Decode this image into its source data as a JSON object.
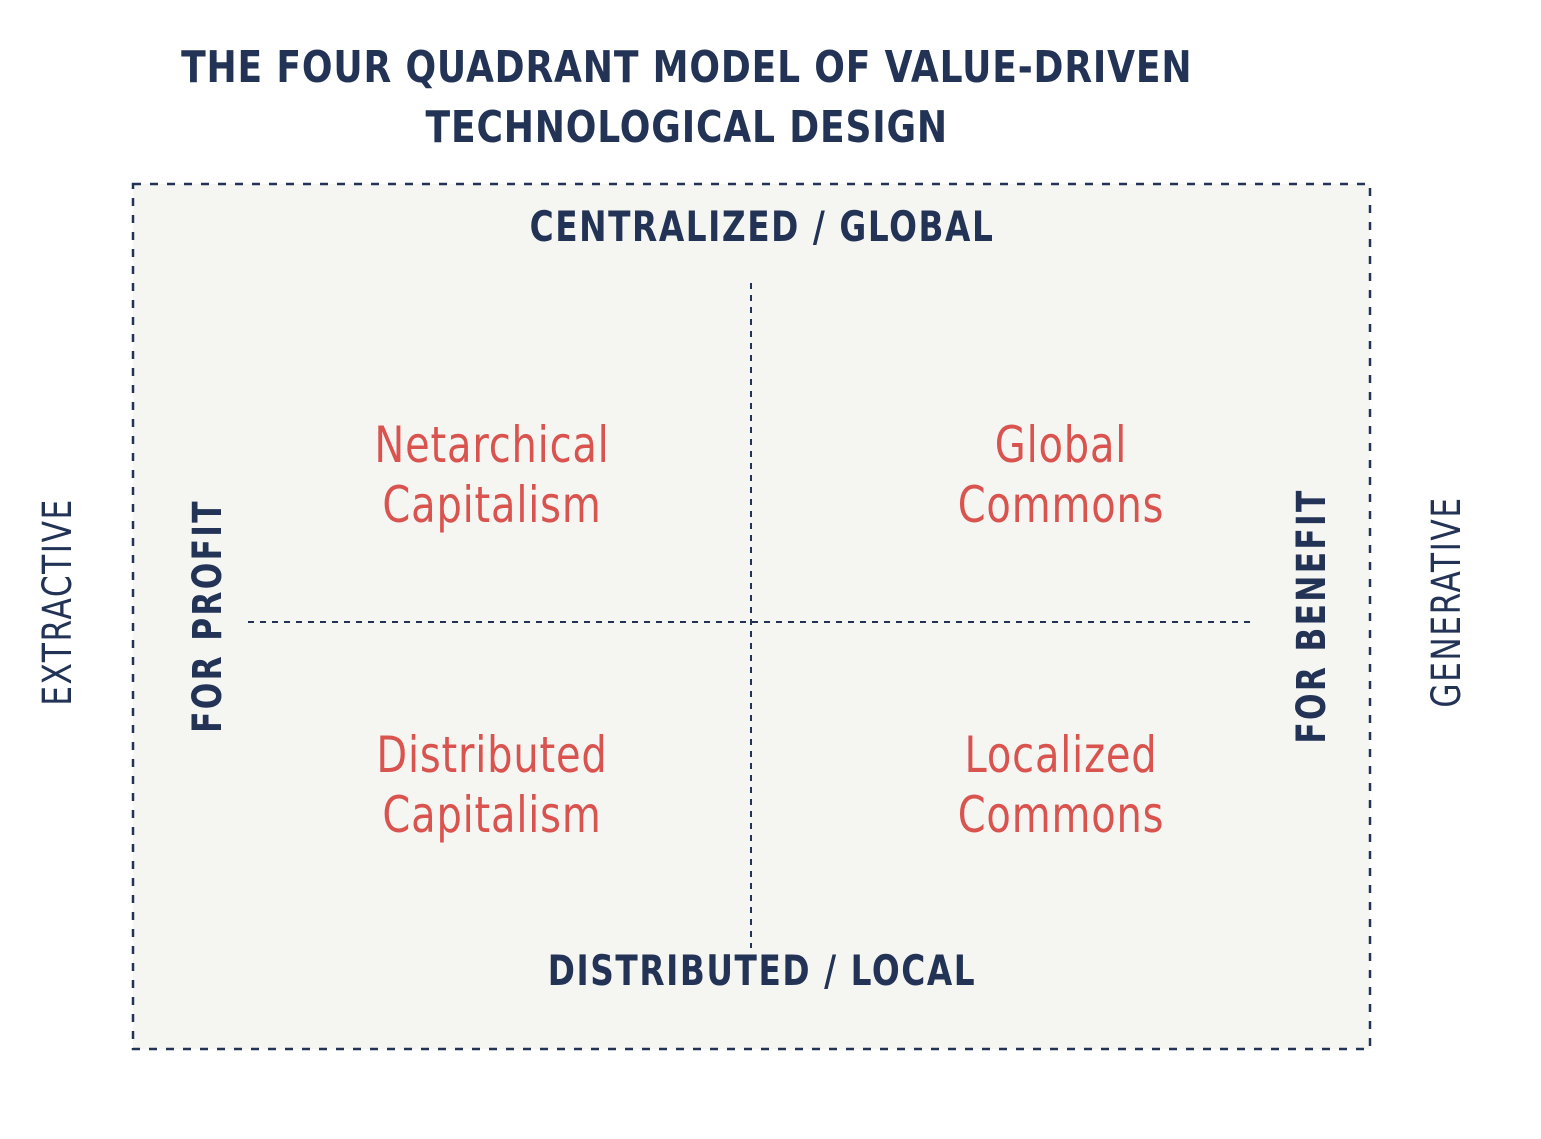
{
  "title": {
    "line1": "THE FOUR QUADRANT MODEL OF VALUE-DRIVEN",
    "line2": "TECHNOLOGICAL DESIGN"
  },
  "axes": {
    "top": "CENTRALIZED / GLOBAL",
    "bottom": "DISTRIBUTED / LOCAL",
    "left_inner": "FOR PROFIT",
    "right_inner": "FOR BENEFIT",
    "left_outer": "EXTRACTIVE",
    "right_outer": "GENERATIVE"
  },
  "quadrants": {
    "top_left": {
      "line1": "Netarchical",
      "line2": "Capitalism"
    },
    "top_right": {
      "line1": "Global",
      "line2": "Commons"
    },
    "bottom_left": {
      "line1": "Distributed",
      "line2": "Capitalism"
    },
    "bottom_right": {
      "line1": "Localized",
      "line2": "Commons"
    }
  },
  "colors": {
    "navy": "#223356",
    "accent": "#d9534f",
    "panel": "#f5f5f2"
  }
}
